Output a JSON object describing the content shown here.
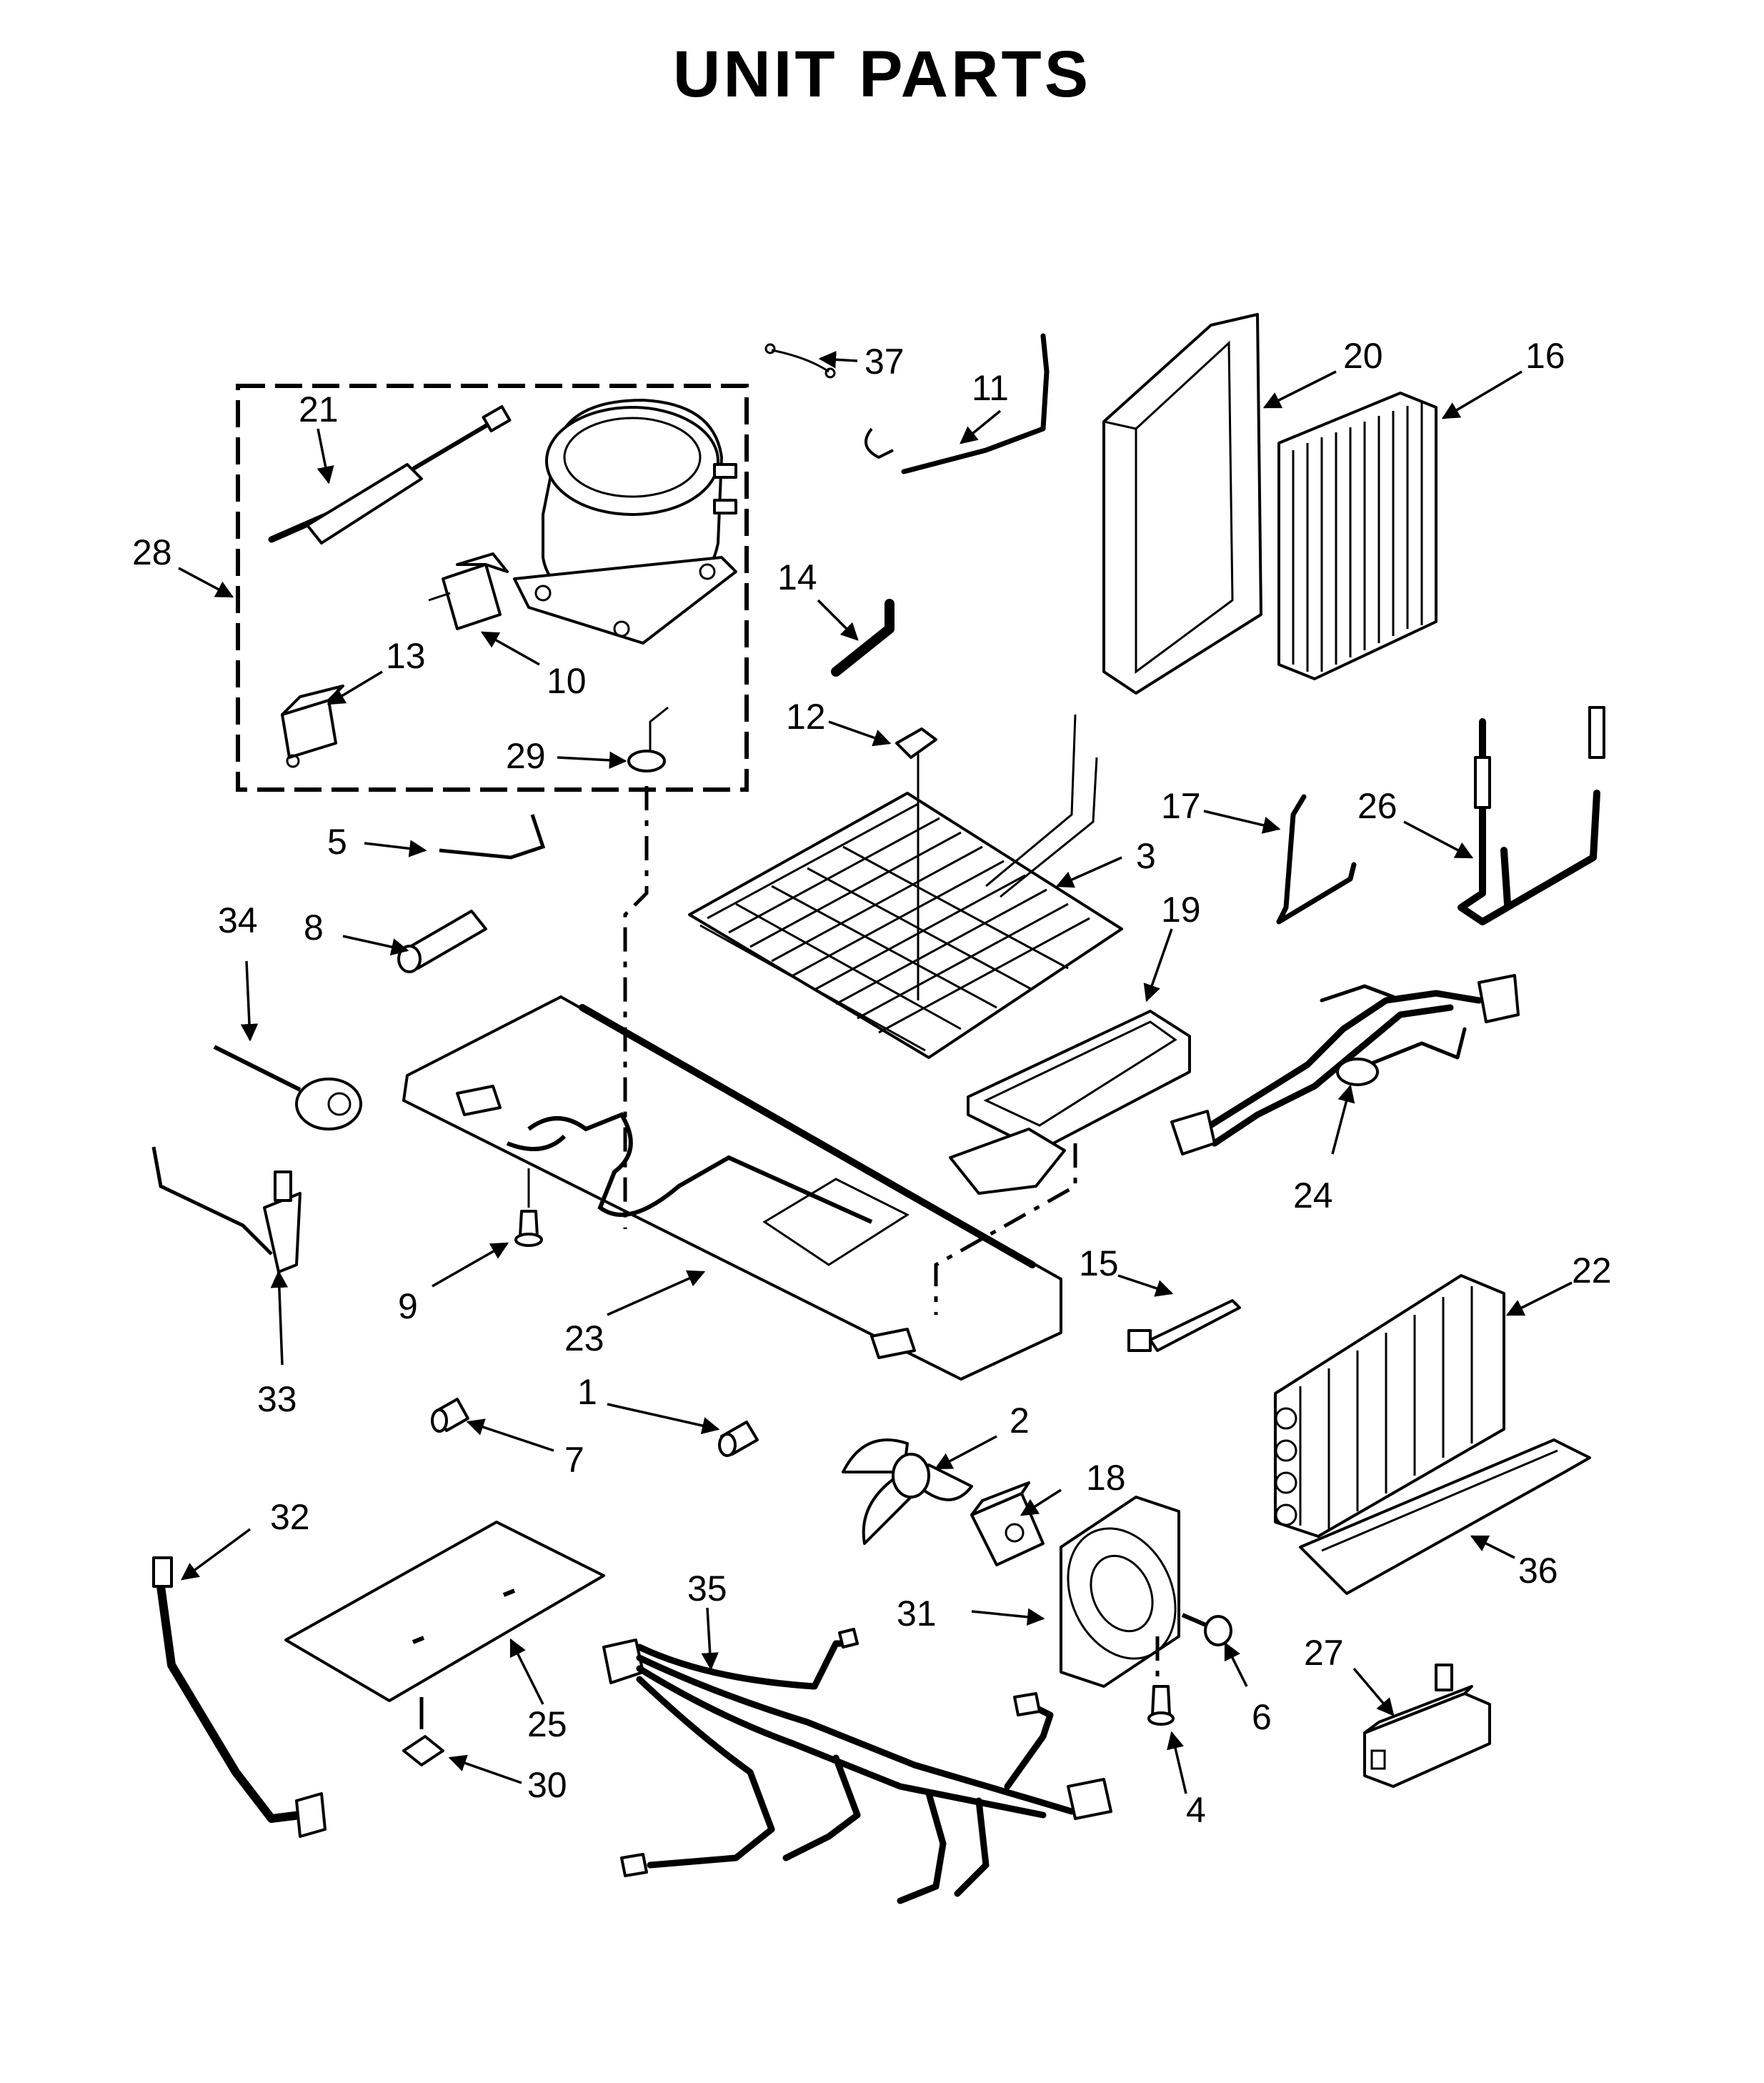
{
  "title": "UNIT PARTS",
  "callouts": [
    "1",
    "2",
    "3",
    "4",
    "5",
    "6",
    "7",
    "8",
    "9",
    "10",
    "11",
    "12",
    "13",
    "14",
    "15",
    "16",
    "17",
    "18",
    "19",
    "20",
    "21",
    "22",
    "23",
    "24",
    "25",
    "26",
    "27",
    "28",
    "29",
    "30",
    "31",
    "32",
    "33",
    "34",
    "35",
    "36",
    "37"
  ],
  "icon_names": [
    "arrowhead-icon"
  ]
}
